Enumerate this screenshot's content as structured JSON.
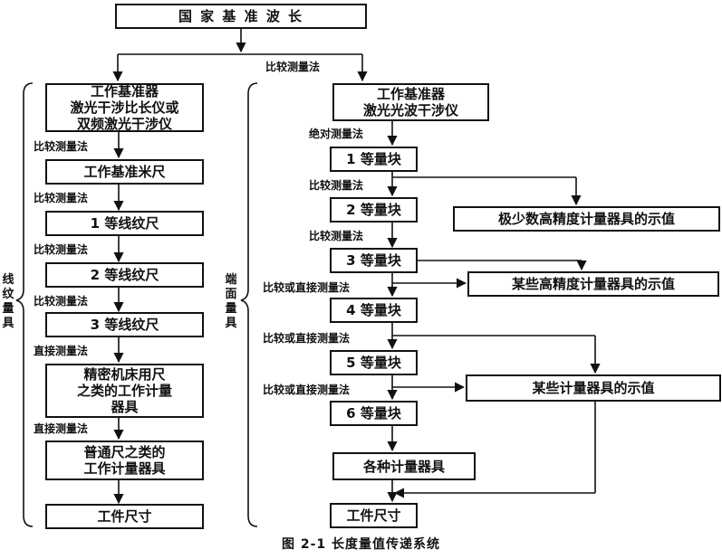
{
  "top_box": "国 家 基 准 波 长",
  "branch_label": "比较测量法",
  "left": {
    "side_label": "线\n纹\n量\n具",
    "boxes": [
      "工作基准器\n激光干涉比长仪或\n双频激光干涉仪",
      "工作基准米尺",
      "1 等线纹尺",
      "2 等线纹尺",
      "3 等线纹尺",
      "精密机床用尺\n之类的工作计量\n器具",
      "普通尺之类的\n工作计量器具",
      "工件尺寸"
    ],
    "labels": [
      "比较测量法",
      "比较测量法",
      "比较测量法",
      "比较测量法",
      "直接测量法",
      "直接测量法"
    ]
  },
  "right": {
    "side_label": "端\n面\n量\n具",
    "boxes": [
      "工作基准器\n激光光波干涉仪",
      "1 等量块",
      "2 等量块",
      "3 等量块",
      "4 等量块",
      "5 等量块",
      "6 等量块",
      "各种计量器具",
      "工件尺寸"
    ],
    "labels": [
      "绝对测量法",
      "比较测量法",
      "比较测量法",
      "比较或直接测量法",
      "比较或直接测量法",
      "比较或直接测量法"
    ],
    "side_boxes": [
      "极少数高精度计量器具的示值",
      "某些高精度计量器具的示值",
      "某些计量器具的示值"
    ]
  },
  "caption": "图 2-1    长度量值传递系统"
}
